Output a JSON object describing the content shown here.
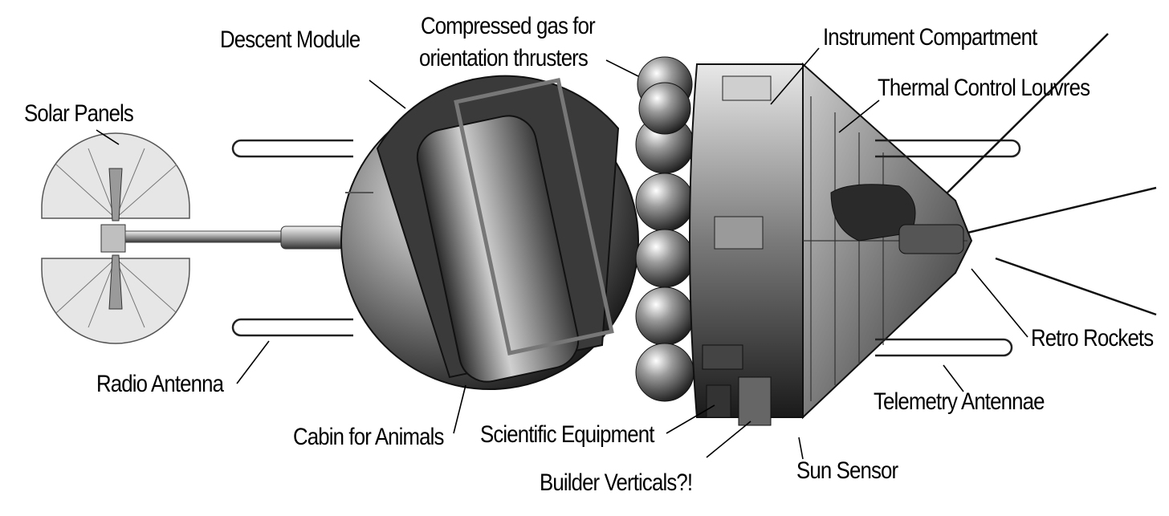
{
  "labels": {
    "solar_panels": "Solar Panels",
    "descent_module": "Descent Module",
    "compressed_gas_line1": "Compressed gas for",
    "compressed_gas_line2": "orientation thrusters",
    "instrument_compartment": "Instrument Compartment",
    "thermal_control_louvres": "Thermal Control Louvres",
    "retro_rockets": "Retro Rockets",
    "telemetry_antennae": "Telemetry Antennae",
    "sun_sensor": "Sun Sensor",
    "builder_verticals": "Builder Verticals?!",
    "scientific_equipment": "Scientific Equipment",
    "cabin_for_animals": "Cabin for Animals",
    "radio_antenna": "Radio Antenna"
  },
  "colors": {
    "ink": "#000000",
    "metal_dark": "#1a1a1a",
    "metal_mid": "#6b6b6b",
    "metal_light": "#d9d9d9",
    "background": "#ffffff"
  }
}
